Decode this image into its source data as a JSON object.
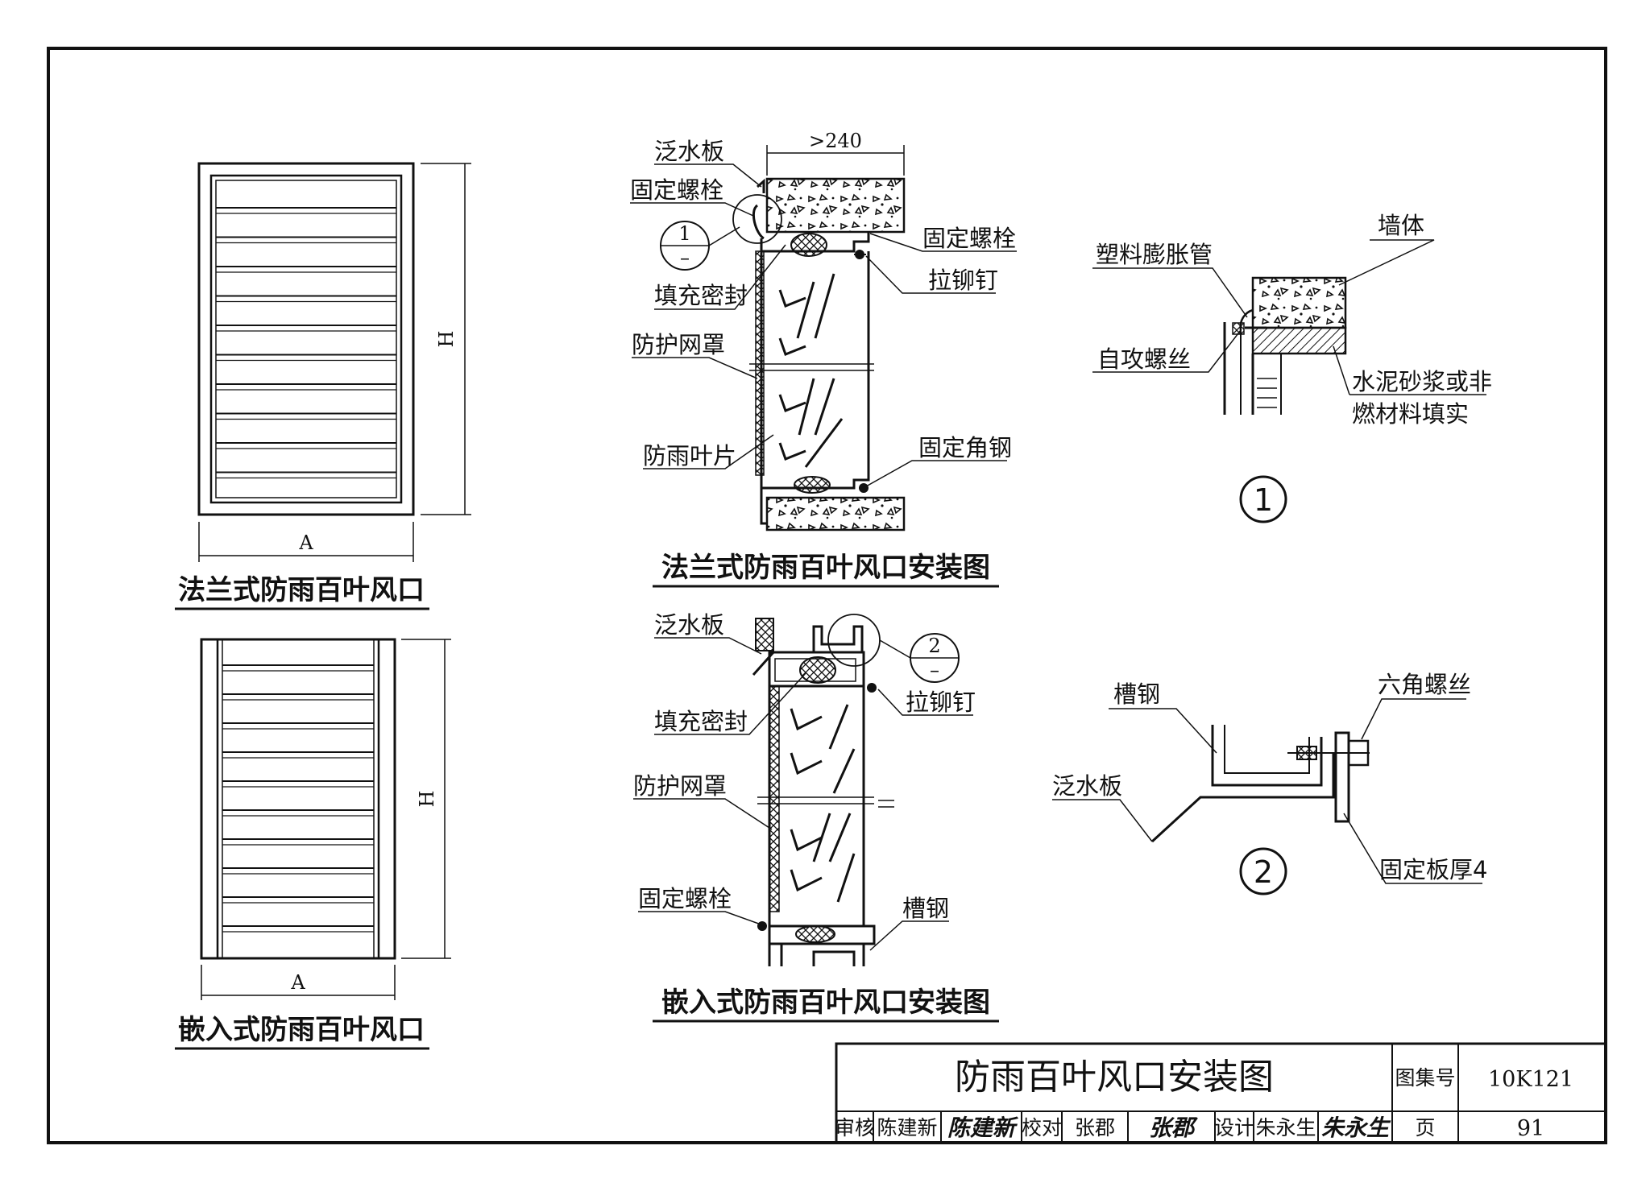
{
  "left": {
    "flange_caption": "法兰式防雨百叶风口",
    "embed_caption": "嵌入式防雨百叶风口",
    "width_label": "A",
    "height_label": "H"
  },
  "flange_detail": {
    "caption": "法兰式防雨百叶风口安装图",
    "dimension": ">240",
    "labels": {
      "flashing": "泛水板",
      "bolt_top": "固定螺栓",
      "sealing": "填充密封",
      "guard_mesh": "防护网罩",
      "blade": "防雨叶片",
      "bolt_right": "固定螺栓",
      "rivet": "拉铆钉",
      "angle_steel": "固定角钢"
    },
    "callout_num": "1",
    "callout_den": "–"
  },
  "embed_detail": {
    "caption": "嵌入式防雨百叶风口安装图",
    "labels": {
      "flashing": "泛水板",
      "sealing": "填充密封",
      "guard_mesh": "防护网罩",
      "bolt": "固定螺栓",
      "rivet": "拉铆钉",
      "channel": "槽钢"
    },
    "callout_num": "2",
    "callout_den": "–"
  },
  "detail1": {
    "number": "1",
    "labels": {
      "wall": "墙体",
      "anchor": "塑料膨胀管",
      "screw": "自攻螺丝",
      "fill_line1": "水泥砂浆或非",
      "fill_line2": "燃材料填实"
    }
  },
  "detail2": {
    "number": "2",
    "labels": {
      "channel": "槽钢",
      "hex_bolt": "六角螺丝",
      "flashing": "泛水板",
      "plate": "固定板厚4"
    }
  },
  "title_block": {
    "title": "防雨百叶风口安装图",
    "atlas_label": "图集号",
    "atlas_no": "10K121",
    "page_label": "页",
    "page_no": "91",
    "review_label": "审核",
    "reviewer": "陈建新",
    "check_label": "校对",
    "checker": "张郡",
    "design_label": "设计",
    "designer": "朱永生"
  },
  "colors": {
    "ink": "#111111",
    "paper": "#ffffff"
  }
}
